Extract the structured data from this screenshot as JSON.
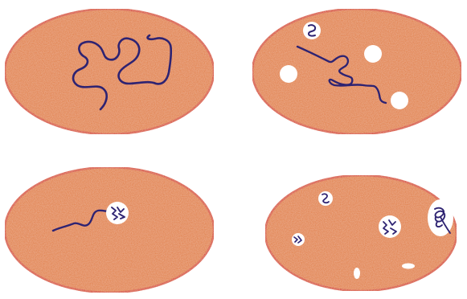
{
  "colors": {
    "cell_fill": "#e07a3a",
    "cell_fill_light": "#ec9a5e",
    "cell_border": "#d63a22",
    "dna_strand": "#2e2372",
    "plasmid_fill": "#ffffff",
    "background": "#ffffff"
  },
  "panels": [
    {
      "id": "top-left",
      "description_icon": "bacterial-cell-icon",
      "contents": [
        "chromosome-strand"
      ]
    },
    {
      "id": "top-right",
      "description_icon": "bacterial-cell-icon",
      "contents": [
        "chromosome-fragment",
        "empty-vesicle",
        "empty-vesicle",
        "empty-vesicle",
        "vesicle-with-dna"
      ]
    },
    {
      "id": "bottom-left",
      "description_icon": "bacterial-cell-icon",
      "contents": [
        "chromosome-fragment",
        "vesicle-with-dna"
      ]
    },
    {
      "id": "bottom-right",
      "description_icon": "bacterial-cell-icon",
      "contents": [
        "vesicle-with-dna",
        "vesicle-with-dna",
        "vesicle-with-dna",
        "vesicle-with-dna",
        "empty-vesicle",
        "empty-vesicle"
      ]
    }
  ]
}
